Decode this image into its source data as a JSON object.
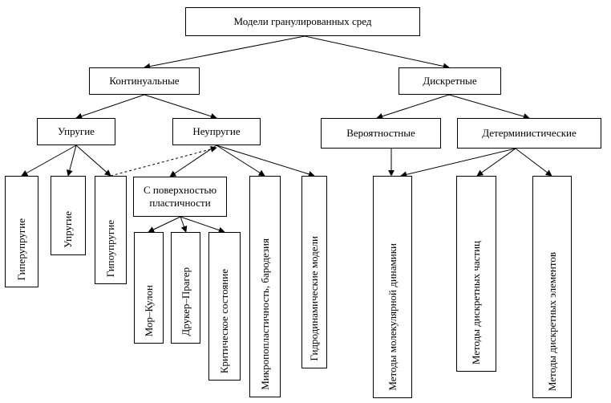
{
  "nodes": {
    "root": "Модели гранулированных сред",
    "continual": "Континуальные",
    "discrete": "Дискретные",
    "elastic": "Упругие",
    "inelastic": "Неупругие",
    "probabilistic": "Вероятностные",
    "deterministic": "Детерминистические",
    "hyperelastic": "Гиперупругие",
    "elastic_leaf": "Упругие",
    "hypoelastic": "Гипоупругие",
    "plastic_surface": "С поверхностью пластичности",
    "micro": "Микропопластичность, бародезия",
    "hydro": "Гидродинамические модели",
    "mohr": "Мор–Кулон",
    "drucker": "Друкер–Прагер",
    "critical": "Критическое состояние",
    "md": "Методы молекулярной динамики",
    "dp": "Методы дискретных частиц",
    "de": "Методы дискретных элементов"
  }
}
